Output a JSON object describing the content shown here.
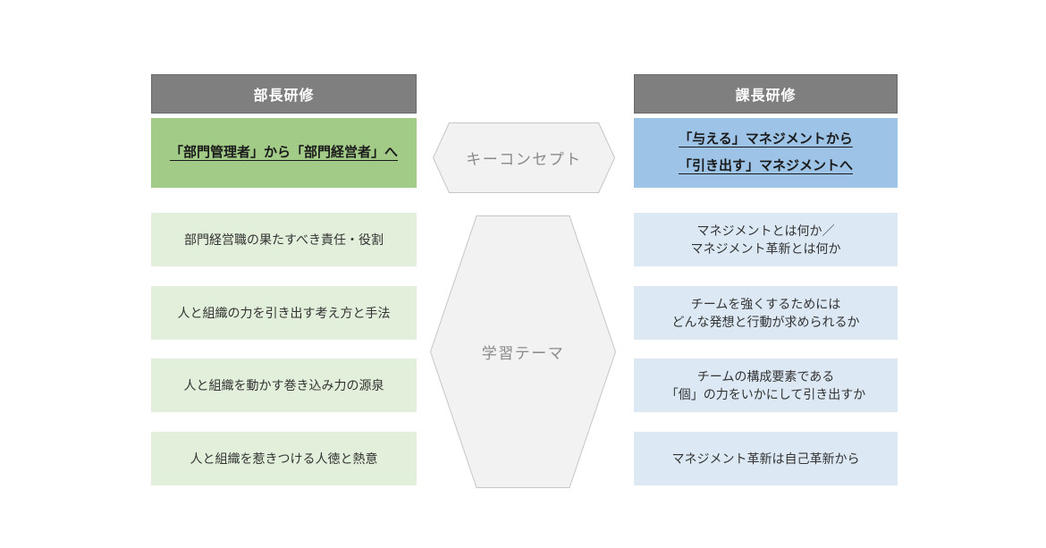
{
  "diagram_title": "management-training-comparison",
  "left_column": {
    "header": "部長研修",
    "key_concept": "「部門管理者」から「部門経営者」へ",
    "items": [
      "部門経営職の果たすべき責任・役割",
      "人と組織の力を引き出す考え方と手法",
      "人と組織を動かす巻き込み力の源泉",
      "人と組織を惹きつける人徳と熱意"
    ]
  },
  "right_column": {
    "header": "課長研修",
    "key_concept": "「与える」マネジメントから\n「引き出す」マネジメントへ",
    "items": [
      "マネジメントとは何か／\nマネジメント革新とは何か",
      "チームを強くするためには\nどんな発想と行動が求められるか",
      "チームの構成要素である\n「個」の力をいかにして引き出すか",
      "マネジメント革新は自己革新から"
    ]
  },
  "center": {
    "key_concept_label": "キーコンセプト",
    "theme_label": "学習テーマ"
  },
  "colors": {
    "canvas_bg": "#ffffff",
    "header_bg": "#7f7f7f",
    "header_border": "#6b6b6b",
    "header_text": "#ffffff",
    "green_concept_bg": "#a2cb87",
    "blue_concept_bg": "#9dc3e6",
    "light_green_bg": "#e2efda",
    "light_blue_bg": "#dce9f5",
    "concept_text": "#1a1a1a",
    "item_text": "#333333",
    "hex_fill": "#f2f2f2",
    "hex_stroke": "#c6c6c6",
    "hex_text": "#8a8a8a"
  }
}
